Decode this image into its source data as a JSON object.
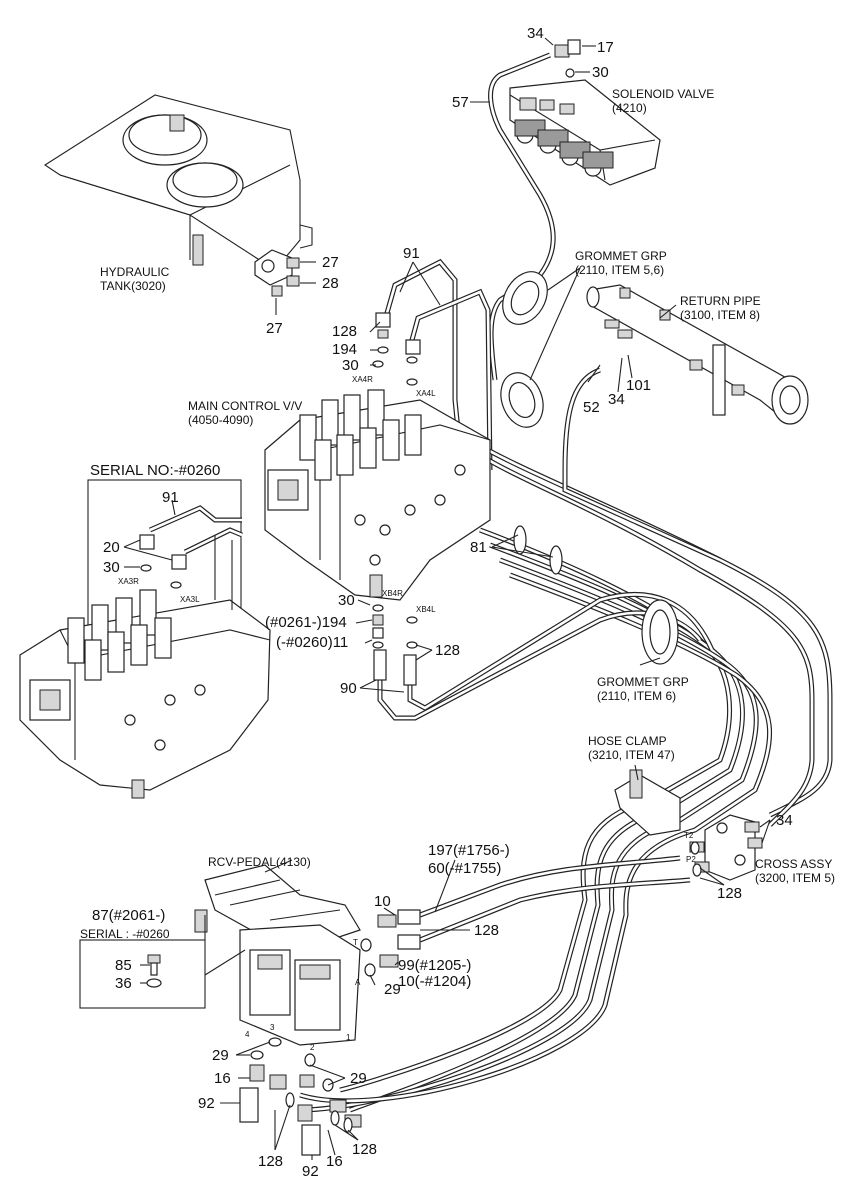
{
  "labels": {
    "n34_top": "34",
    "n17": "17",
    "n30_top": "30",
    "solenoid": "SOLENOID VALVE",
    "solenoid_code": "(4210)",
    "n57": "57",
    "n27a": "27",
    "n28": "28",
    "n27b": "27",
    "hyd_tank_1": "HYDRAULIC",
    "hyd_tank_2": "TANK(3020)",
    "n91_top": "91",
    "grommet_top": "GROMMET GRP",
    "grommet_top_code": "(2110, ITEM 5,6)",
    "return_pipe": "RETURN PIPE",
    "return_pipe_code": "(3100, ITEM 8)",
    "n128_a": "128",
    "n194_a": "194",
    "n30_a": "30",
    "xa4r": "XA4R",
    "xa4l": "XA4L",
    "n52": "52",
    "n34_mid": "34",
    "n101": "101",
    "main_cv": "MAIN CONTROL V/V",
    "main_cv_code": "(4050-4090)",
    "serial_box": "SERIAL NO:-#0260",
    "n91_box": "91",
    "n20": "20",
    "n30_box": "30",
    "xa3r": "XA3R",
    "xa3l": "XA3L",
    "n81": "81",
    "n30_b": "30",
    "xb4r": "XB4R",
    "xb4l": "XB4L",
    "n194_b": "(#0261-)194",
    "n11": "(-#0260)11",
    "n128_b": "128",
    "n90": "90",
    "grommet_mid": "GROMMET GRP",
    "grommet_mid_code": "(2110, ITEM 6)",
    "hose_clamp": "HOSE CLAMP",
    "hose_clamp_code": "(3210, ITEM 47)",
    "t2": "T2",
    "p2": "P2",
    "n34_cross": "34",
    "cross_assy": "CROSS ASSY",
    "cross_assy_code": "(3200, ITEM 5)",
    "n128_cross": "128",
    "n197": "197(#1756-)",
    "n60": "60(-#1755)",
    "rcv_pedal": "RCV-PEDAL(4130)",
    "n87": "87(#2061-)",
    "serial_small": "SERIAL : -#0260",
    "n85": "85",
    "n36": "36",
    "n10": "10",
    "n128_c": "128",
    "n99": "99(#1205-)",
    "n10b": "10(-#1204)",
    "n29_a": "29",
    "n29_b": "29",
    "n16_a": "16",
    "n92_a": "92",
    "n29_c": "29",
    "n128_d": "128",
    "n128_e": "128",
    "n92_b": "92",
    "n16_b": "16",
    "port_t": "T",
    "port_a": "A",
    "port_1": "1",
    "port_2": "2",
    "port_3": "3",
    "port_4": "4"
  }
}
